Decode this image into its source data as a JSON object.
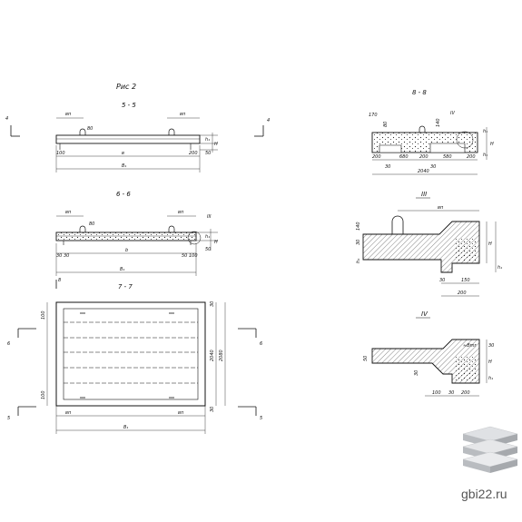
{
  "figure_title": "Рис 2",
  "watermark": "gbi22.ru",
  "sections": {
    "s55": {
      "title": "5 - 5",
      "dims": [
        "вп",
        "вп",
        "80",
        "100",
        "в",
        "200",
        "В₁",
        "H",
        "h₁",
        "50"
      ]
    },
    "s66": {
      "title": "6 - 6",
      "dims": [
        "вп",
        "вп",
        "80",
        "III",
        "30",
        "b",
        "50",
        "В₁",
        "30",
        "100",
        "h₁",
        "H",
        "50"
      ]
    },
    "s77": {
      "title": "7 - 7",
      "dims": [
        "30",
        "100",
        "100",
        "30",
        "2040",
        "2080",
        "вп",
        "вп",
        "В₁"
      ]
    },
    "s88": {
      "title": "8 - 8",
      "dims": [
        "IV",
        "170",
        "80",
        "140",
        "200",
        "30",
        "680",
        "200",
        "30",
        "580",
        "200",
        "2040",
        "h₁",
        "H",
        "h₁"
      ]
    },
    "detail3": {
      "title": "III",
      "dims": [
        "вп",
        "140",
        "30",
        "h₁",
        "H",
        "h₁",
        "30",
        "150",
        "200"
      ]
    },
    "detail4": {
      "title": "IV",
      "dims": [
        "50",
        "30",
        "≈Bmr",
        "30",
        "H",
        "h₁",
        "100",
        "30",
        "200"
      ]
    }
  },
  "cut_markers": [
    "4",
    "4",
    "6",
    "6",
    "5",
    "5",
    "8"
  ]
}
